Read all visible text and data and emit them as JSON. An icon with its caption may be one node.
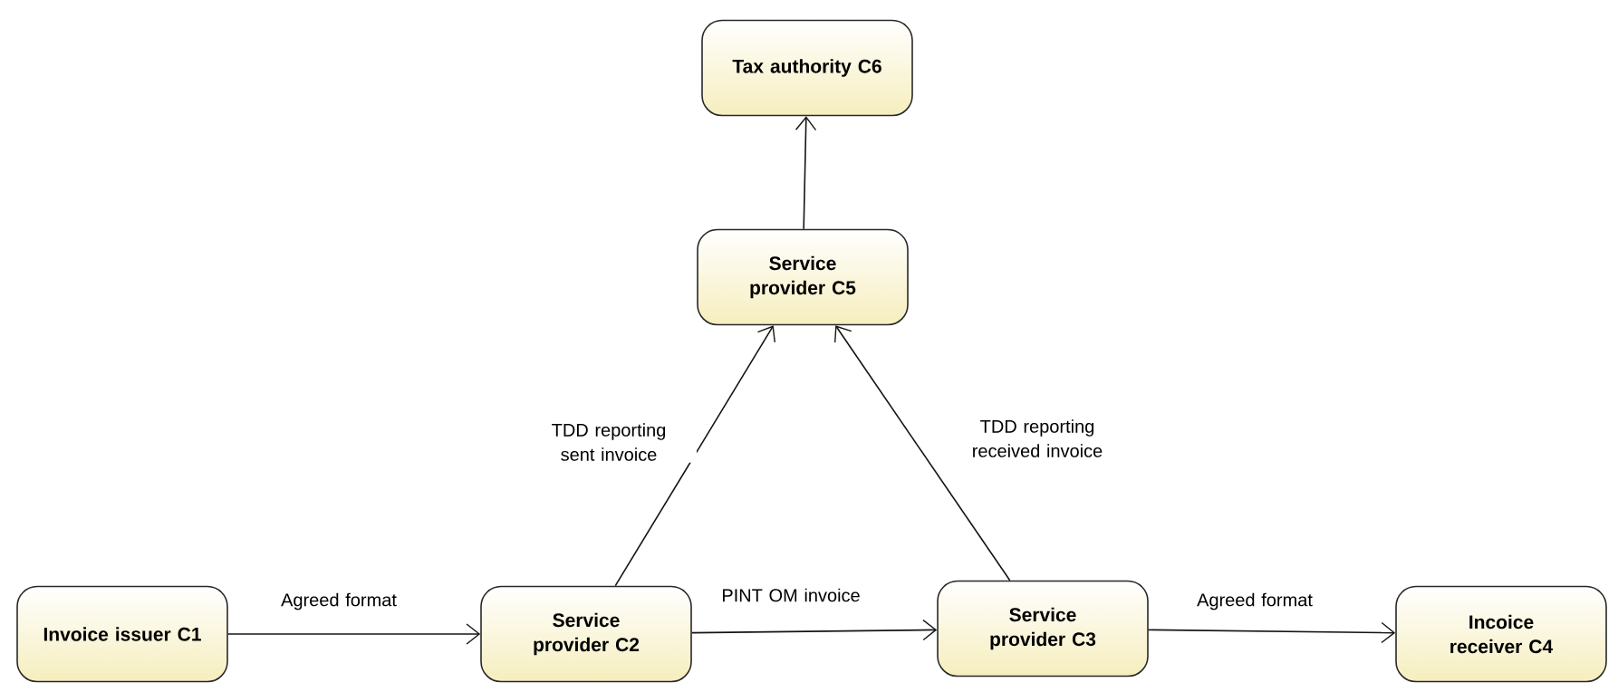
{
  "diagram": {
    "nodes": [
      {
        "text": [
          "Tax authority C6"
        ]
      },
      {
        "text": [
          "Service provider C5"
        ]
      },
      {
        "text": [
          "Invoice issuer C1"
        ]
      },
      {
        "text": [
          "Service provider C2"
        ]
      },
      {
        "text": [
          "Service provider C3"
        ]
      },
      {
        "text": [
          "Incoice receiver C4"
        ]
      }
    ],
    "edges": [
      {
        "from": 1,
        "to": 0,
        "arrow": "to"
      },
      {
        "from": 3,
        "to": 1,
        "arrow": "to",
        "label": "TDD reporting sent invoice"
      },
      {
        "from": 4,
        "to": 1,
        "arrow": "to",
        "label": "TDD reporting received invoice"
      },
      {
        "from": 2,
        "to": 3,
        "arrow": "to",
        "label": "Agreed format"
      },
      {
        "from": 3,
        "to": 4,
        "arrow": "to",
        "label": "PINT OM invoice"
      },
      {
        "from": 4,
        "to": 5,
        "arrow": "to",
        "label": "Agreed format"
      }
    ]
  }
}
